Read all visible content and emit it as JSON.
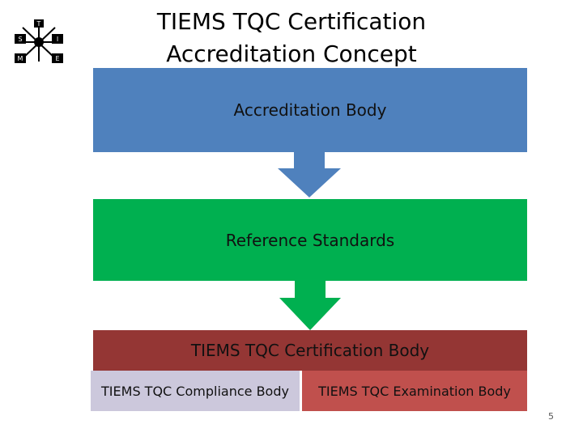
{
  "title": {
    "line1": "TIEMS TQC Certification",
    "line2": "Accreditation Concept"
  },
  "logo_letters": [
    "T",
    "S",
    "I",
    "M",
    "E"
  ],
  "boxes": {
    "accreditation": "Accreditation Body",
    "reference": "Reference Standards",
    "certification": "TIEMS TQC Certification Body",
    "compliance": "TIEMS TQC Compliance Body",
    "examination": "TIEMS TQC Examination Body"
  },
  "colors": {
    "accreditation": "#4f81bd",
    "reference": "#00b050",
    "certification": "#943634",
    "compliance": "#ccc8dc",
    "examination": "#c0504d"
  },
  "page_number": "5"
}
